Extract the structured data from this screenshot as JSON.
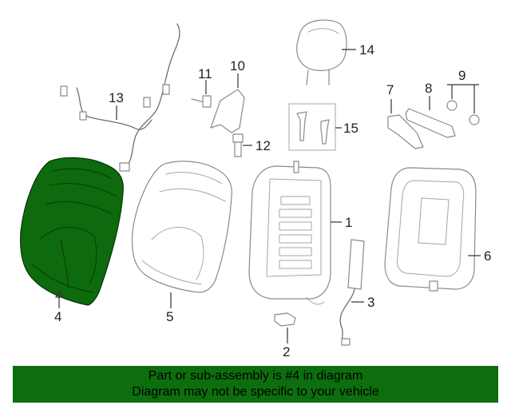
{
  "diagram": {
    "callouts": {
      "c1": "1",
      "c2": "2",
      "c3": "3",
      "c4": "4",
      "c5": "5",
      "c6": "6",
      "c7": "7",
      "c8": "8",
      "c9": "9",
      "c10": "10",
      "c11": "11",
      "c12": "12",
      "c13": "13",
      "c14": "14",
      "c15": "15"
    },
    "highlighted_part": "4",
    "highlight_color": "#0d6e0d"
  },
  "banner": {
    "line1": "Part or sub-assembly is #4 in diagram",
    "line2": "Diagram may not be specific to your vehicle"
  }
}
